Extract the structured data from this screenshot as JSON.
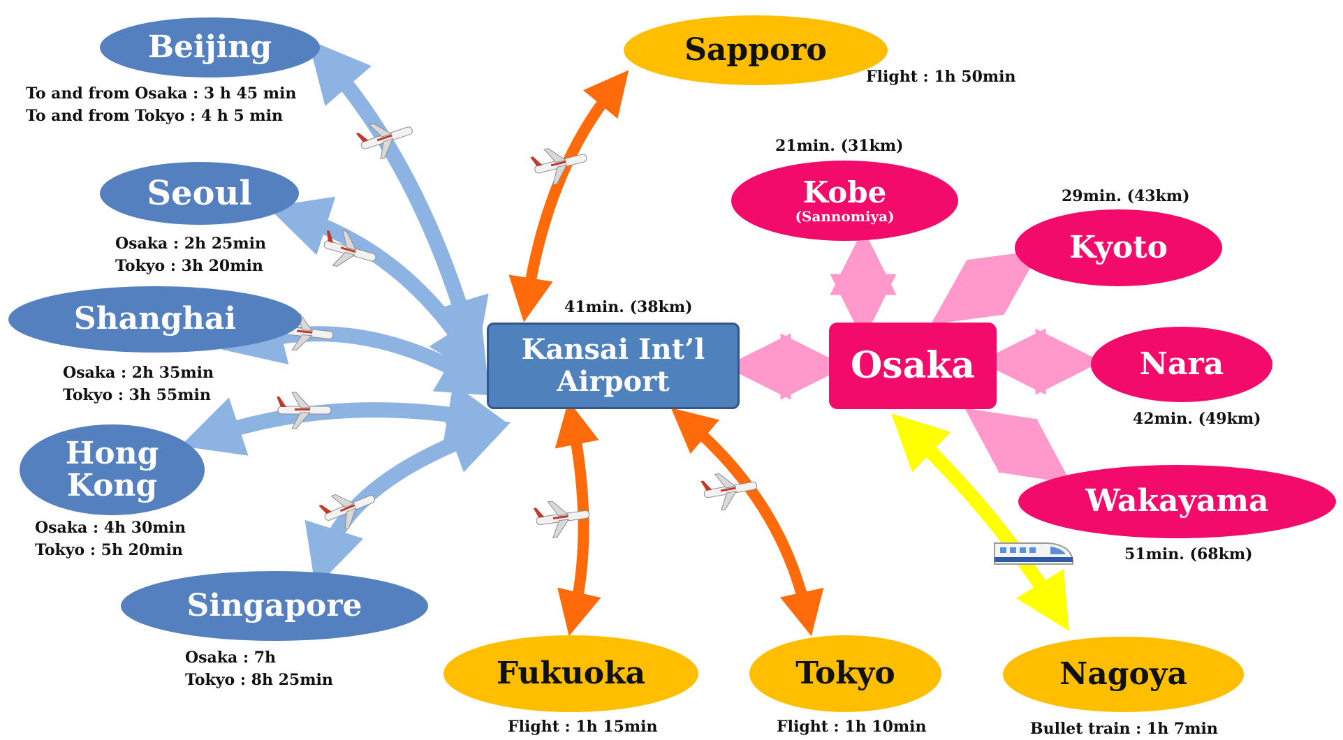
{
  "hub": {
    "line1": "Kansai Int’l",
    "line2": "Airport",
    "travel_time": "41min. (38km)"
  },
  "osaka": {
    "name": "Osaka"
  },
  "international": [
    {
      "name": "Beijing",
      "times": [
        "To and from Osaka : 3 h 45 min",
        "To and from Tokyo : 4 h 5 min"
      ]
    },
    {
      "name": "Seoul",
      "times": [
        "Osaka : 2h 25min",
        "Tokyo : 3h 20min"
      ]
    },
    {
      "name": "Shanghai",
      "times": [
        "Osaka : 2h 35min",
        "Tokyo : 3h 55min"
      ]
    },
    {
      "name_line1": "Hong",
      "name_line2": "Kong",
      "times": [
        "Osaka : 4h 30min",
        "Tokyo : 5h 20min"
      ]
    },
    {
      "name": "Singapore",
      "times": [
        "Osaka : 7h",
        "Tokyo : 8h 25min"
      ]
    }
  ],
  "domestic": [
    {
      "name": "Sapporo",
      "time": "Flight : 1h 50min"
    },
    {
      "name": "Fukuoka",
      "time": "Flight : 1h 15min"
    },
    {
      "name": "Tokyo",
      "time": "Flight : 1h 10min"
    },
    {
      "name": "Nagoya",
      "time": "Bullet train : 1h 7min"
    }
  ],
  "local": [
    {
      "name": "Kobe",
      "sub": "(Sannomiya)",
      "time": "21min. (31km)"
    },
    {
      "name": "Kyoto",
      "time": "29min. (43km)"
    },
    {
      "name": "Nara",
      "time": "42min. (49km)"
    },
    {
      "name": "Wakayama",
      "time": "51min. (68km)"
    }
  ],
  "colors": {
    "international_node": "#5480bf",
    "international_arrow": "#8db3e2",
    "domestic_node": "#ffbf00",
    "domestic_arrow": "#ff6a0a",
    "local_node": "#f20b6a",
    "local_arrow": "#ff99cc",
    "train_arrow": "#ffff00"
  },
  "icons": {
    "plane": "airplane-icon",
    "train": "bullet-train-icon"
  }
}
